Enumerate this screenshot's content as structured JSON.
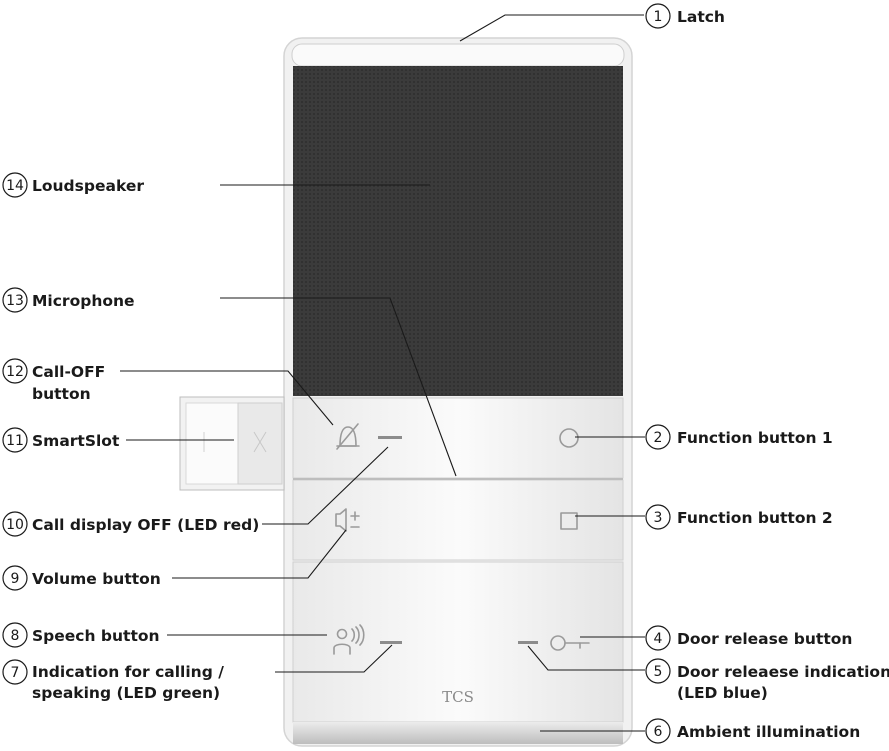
{
  "callouts": [
    {
      "n": "1",
      "text": [
        "Latch"
      ]
    },
    {
      "n": "2",
      "text": [
        "Function button 1"
      ]
    },
    {
      "n": "3",
      "text": [
        "Function button 2"
      ]
    },
    {
      "n": "4",
      "text": [
        "Door release button"
      ]
    },
    {
      "n": "5",
      "text": [
        "Door releaese indication",
        "(LED blue)"
      ]
    },
    {
      "n": "6",
      "text": [
        "Ambient illumination"
      ]
    },
    {
      "n": "7",
      "text": [
        "Indication for calling /",
        "speaking (LED green)"
      ]
    },
    {
      "n": "8",
      "text": [
        "Speech button"
      ]
    },
    {
      "n": "9",
      "text": [
        "Volume button"
      ]
    },
    {
      "n": "10",
      "text": [
        "Call display OFF (LED red)"
      ]
    },
    {
      "n": "11",
      "text": [
        "SmartSlot"
      ]
    },
    {
      "n": "12",
      "text": [
        "Call-OFF",
        "button"
      ]
    },
    {
      "n": "13",
      "text": [
        "Microphone"
      ]
    },
    {
      "n": "14",
      "text": [
        "Loudspeaker"
      ]
    }
  ],
  "device": {
    "logo": "TCS",
    "colors": {
      "body": "#f4f4f4",
      "grille": "#3a3a3a",
      "led_green": "#8c8c8c",
      "led_blue": "#8c8c8c",
      "led_red": "#8c8c8c"
    },
    "icons": [
      "bell-off-icon",
      "circle-icon",
      "square-icon",
      "volume-icon",
      "speech-icon",
      "key-icon"
    ]
  }
}
